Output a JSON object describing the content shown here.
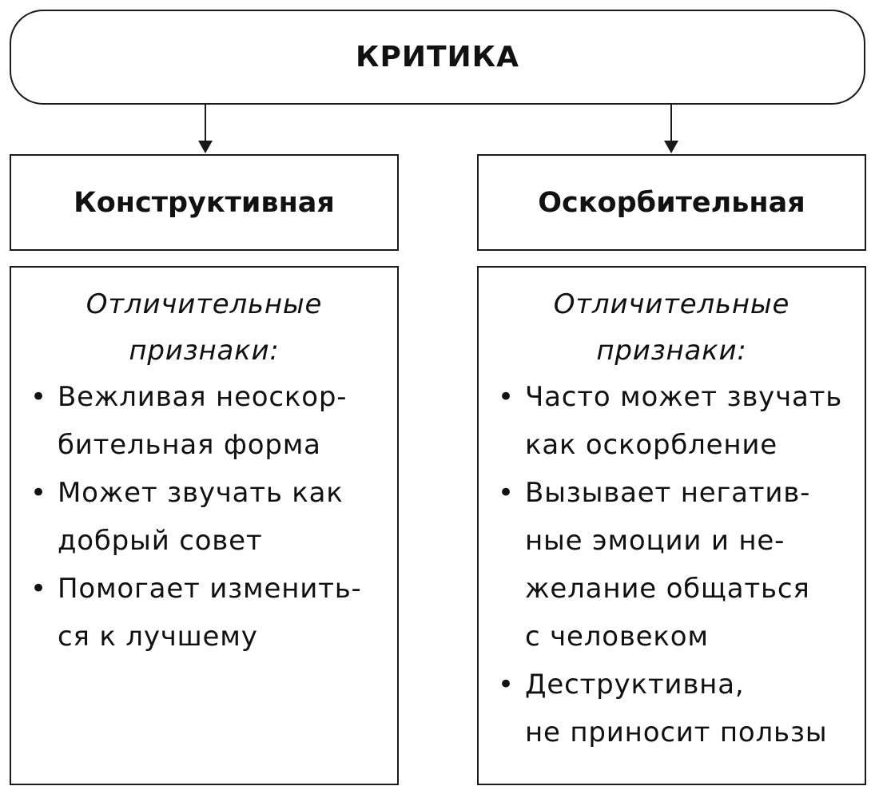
{
  "title": "КРИТИКА",
  "left": {
    "heading": "Конструктивная",
    "subtitle": [
      "Отличительные",
      "признаки:"
    ],
    "bullets": [
      [
        "Вежливая неоскор-",
        "бительная форма"
      ],
      [
        "Может звучать как",
        "добрый совет"
      ],
      [
        "Помогает изменить-",
        "ся к лучшему"
      ]
    ]
  },
  "right": {
    "heading": "Оскорбительная",
    "subtitle": [
      "Отличительные",
      "признаки:"
    ],
    "bullets": [
      [
        "Часто может звучать",
        "как оскорбление"
      ],
      [
        "Вызывает негатив-",
        "ные эмоции и не-",
        "желание общаться",
        "с человеком"
      ],
      [
        "Деструктивна,",
        "не приносит пользы"
      ]
    ]
  },
  "bullet_symbol": "•"
}
